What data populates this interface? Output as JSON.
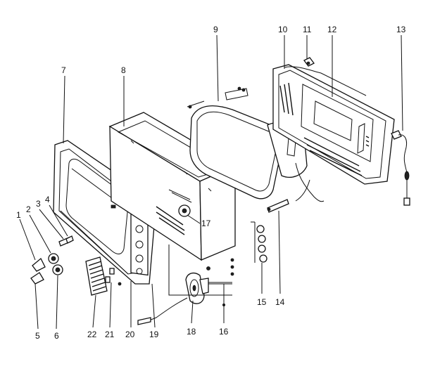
{
  "diagram": {
    "type": "exploded-parts-view",
    "callouts": [
      {
        "id": "1",
        "text": "1"
      },
      {
        "id": "2",
        "text": "2"
      },
      {
        "id": "3",
        "text": "3"
      },
      {
        "id": "4",
        "text": "4"
      },
      {
        "id": "5",
        "text": "5"
      },
      {
        "id": "6",
        "text": "6"
      },
      {
        "id": "7",
        "text": "7"
      },
      {
        "id": "8",
        "text": "8"
      },
      {
        "id": "9",
        "text": "9"
      },
      {
        "id": "10",
        "text": "10"
      },
      {
        "id": "11",
        "text": "11"
      },
      {
        "id": "12",
        "text": "12"
      },
      {
        "id": "13",
        "text": "13"
      },
      {
        "id": "14",
        "text": "14"
      },
      {
        "id": "15",
        "text": "15"
      },
      {
        "id": "16",
        "text": "16"
      },
      {
        "id": "17",
        "text": "17"
      },
      {
        "id": "18",
        "text": "18"
      },
      {
        "id": "19",
        "text": "19"
      },
      {
        "id": "20",
        "text": "20"
      },
      {
        "id": "21",
        "text": "21"
      },
      {
        "id": "22",
        "text": "22"
      }
    ]
  }
}
